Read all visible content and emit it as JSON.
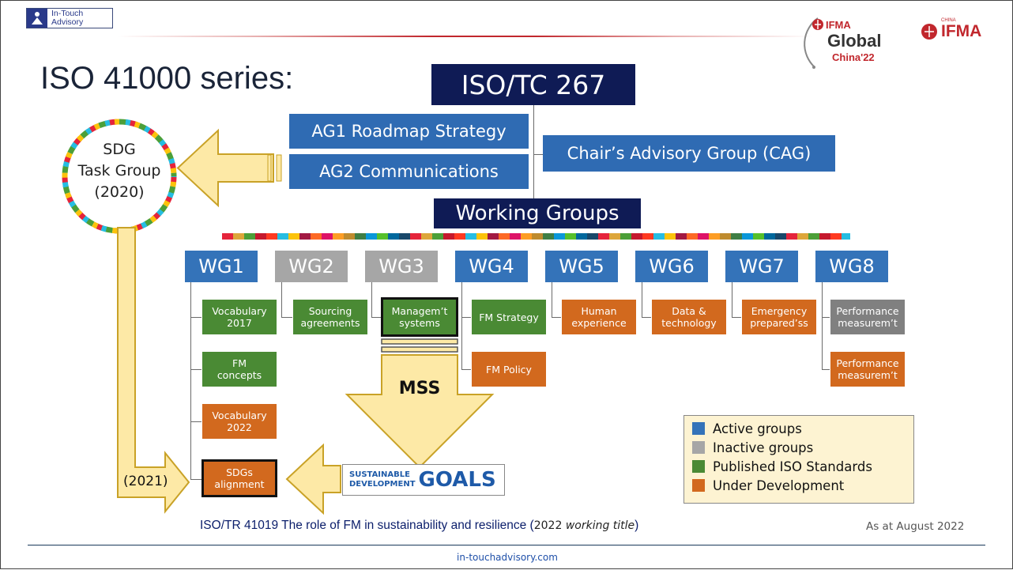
{
  "header": {
    "logo_text_1": "In-Touch",
    "logo_text_2": "Advisory",
    "ifma_global_small": "IFMA",
    "ifma_global_big": "Global",
    "ifma_global_sub": "China'22",
    "ifma_china_small": "CHINA",
    "ifma_china_big": "IFMA"
  },
  "title": "ISO 41000 series:",
  "tc": "ISO/TC 267",
  "ag1": "AG1 Roadmap Strategy",
  "ag2": "AG2 Communications",
  "cag": "Chair’s Advisory Group (CAG)",
  "working_groups": "Working Groups",
  "sdg_circle": {
    "line1": "SDG",
    "line2": "Task Group",
    "line3": "(2020)"
  },
  "year_2021": "(2021)",
  "wgs": [
    {
      "label": "WG1",
      "status": "active"
    },
    {
      "label": "WG2",
      "status": "inactive"
    },
    {
      "label": "WG3",
      "status": "inactive"
    },
    {
      "label": "WG4",
      "status": "active"
    },
    {
      "label": "WG5",
      "status": "active"
    },
    {
      "label": "WG6",
      "status": "active"
    },
    {
      "label": "WG7",
      "status": "active"
    },
    {
      "label": "WG8",
      "status": "active"
    }
  ],
  "docs": {
    "vocab2017": "Vocabulary\n2017",
    "fm_concepts": "FM\nconcepts",
    "vocab2022": "Vocabulary\n2022",
    "sdgs_alignment": "SDGs\nalignment",
    "sourcing": "Sourcing\nagreements",
    "mgmt_systems": "Managem’t\nsystems",
    "fm_strategy": "FM Strategy",
    "fm_policy": "FM Policy",
    "human_exp": "Human\nexperience",
    "data_tech": "Data &\ntechnology",
    "emergency": "Emergency\nprepared’ss",
    "perf1": "Performance\nmeasurem’t",
    "perf2": "Performance\nmeasurem’t"
  },
  "mss": "MSS",
  "sdg_logo": {
    "line1": "SUSTAINABLE",
    "line2": "DEVELOPMENT",
    "goals": "GOALS"
  },
  "legend": [
    {
      "label": "Active groups",
      "color": "#3473b9"
    },
    {
      "label": "Inactive groups",
      "color": "#a6a6a6"
    },
    {
      "label": "Published ISO Standards",
      "color": "#4a8a34"
    },
    {
      "label": "Under Development",
      "color": "#d2691e"
    }
  ],
  "footer": {
    "tr_main": "ISO/TR 41019 The role of FM in sustainability and resilience (",
    "tr_year": "2022 ",
    "tr_italic": "working title",
    "tr_close": ")",
    "as_at": "As at August 2022",
    "url": "in-touchadvisory.com"
  },
  "colors": {
    "navy": "#0f1b55",
    "blue": "#2f6bb3",
    "green": "#4a8a34",
    "orange": "#d2691e",
    "grey": "#a6a6a6",
    "arrow_fill": "#fde9a6",
    "arrow_stroke": "#c9a227",
    "legend_bg": "#fdf3d2"
  }
}
